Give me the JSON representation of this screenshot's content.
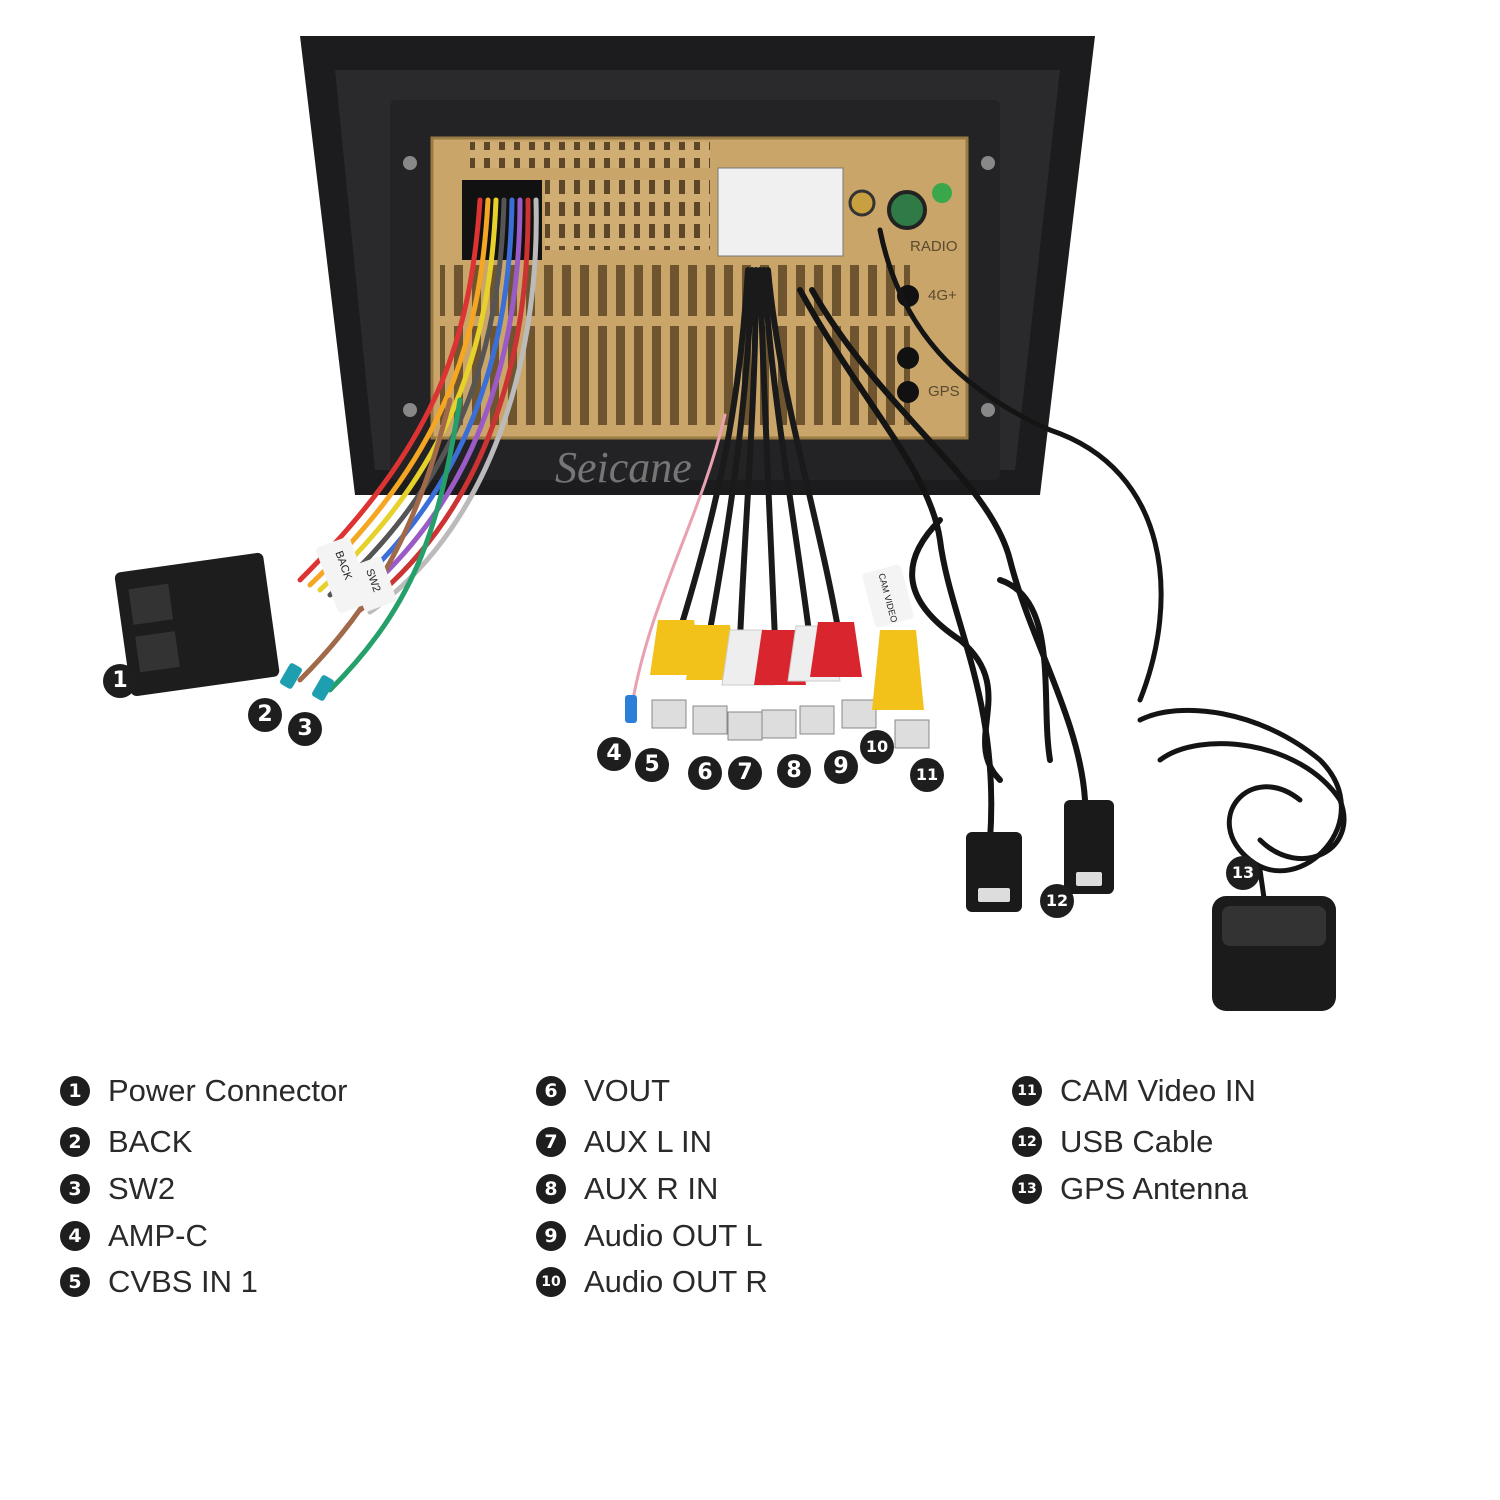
{
  "watermark": "Seicane",
  "unit_labels": {
    "radio": "RADIO",
    "four_g": "4G+",
    "gps": "GPS"
  },
  "cable_tags": {
    "back": "BACK",
    "sw2": "SW2",
    "cam": "CAM VIDEO"
  },
  "markers": [
    "1",
    "2",
    "3",
    "4",
    "5",
    "6",
    "7",
    "8",
    "9",
    "10",
    "11",
    "12",
    "13"
  ],
  "legend": {
    "col1": [
      {
        "num": "1",
        "label": "Power Connector"
      },
      {
        "num": "2",
        "label": "BACK"
      },
      {
        "num": "3",
        "label": "SW2"
      },
      {
        "num": "4",
        "label": "AMP-C"
      },
      {
        "num": "5",
        "label": "CVBS IN 1"
      }
    ],
    "col2": [
      {
        "num": "6",
        "label": "VOUT"
      },
      {
        "num": "7",
        "label": "AUX L IN"
      },
      {
        "num": "8",
        "label": "AUX R IN"
      },
      {
        "num": "9",
        "label": "Audio OUT L"
      },
      {
        "num": "10",
        "label": "Audio OUT R"
      }
    ],
    "col3": [
      {
        "num": "11",
        "label": "CAM Video IN"
      },
      {
        "num": "12",
        "label": "USB Cable"
      },
      {
        "num": "13",
        "label": "GPS Antenna"
      }
    ]
  },
  "colors": {
    "frame": "#1c1c1e",
    "chassis": "#c9a56a",
    "rca_yellow": "#f2c21b",
    "rca_red": "#d9262e",
    "rca_white": "#eeeeee",
    "marker": "#1e1e1e"
  }
}
